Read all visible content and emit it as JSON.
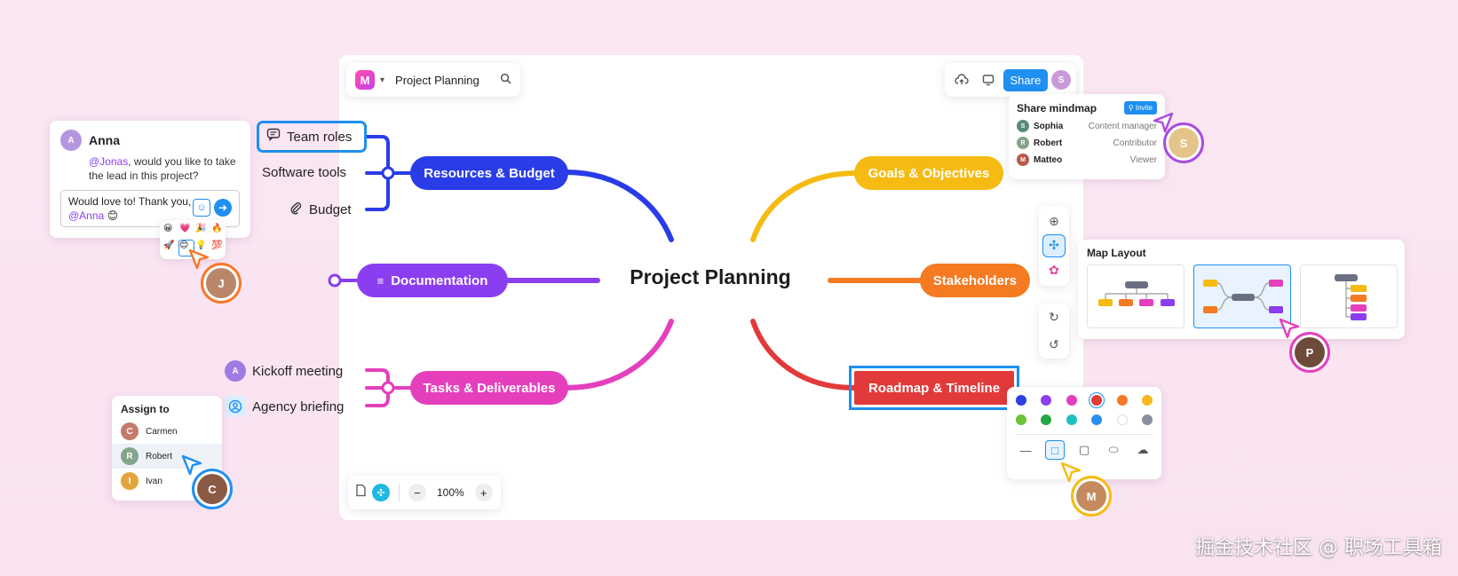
{
  "app": {
    "logo_letter": "M",
    "doc_title": "Project Planning",
    "share_label": "Share"
  },
  "mindmap": {
    "center": "Project Planning",
    "branches": {
      "resources": "Resources & Budget",
      "documentation": "Documentation",
      "tasks": "Tasks & Deliverables",
      "goals": "Goals & Objectives",
      "stakeholders": "Stakeholders",
      "roadmap": "Roadmap & Timeline"
    },
    "leaves": {
      "team_roles": "Team roles",
      "software_tools": "Software tools",
      "budget": "Budget",
      "kickoff": "Kickoff meeting",
      "agency": "Agency briefing"
    },
    "colors": {
      "resources": "#2a3ce8",
      "documentation": "#8b3ef0",
      "tasks": "#e53fbd",
      "goals": "#f5bb12",
      "stakeholders": "#f57a22",
      "roadmap": "#e23a3a"
    }
  },
  "comment": {
    "author": "Anna",
    "mention": "@Jonas",
    "message": ", would you like to take the lead in this project?",
    "reply_text": "Would love to! Thank you, ",
    "reply_mention": "@Anna",
    "reply_emoji": "😊",
    "emojis": [
      "😀",
      "💗",
      "🎉",
      "🔥",
      "🚀",
      "😊",
      "💡",
      "💯"
    ]
  },
  "assign": {
    "title": "Assign to",
    "people": [
      "Carmen",
      "Robert",
      "Ivan"
    ]
  },
  "share_panel": {
    "title": "Share mindmap",
    "invite_label": "Invite",
    "people": [
      {
        "name": "Sophia",
        "role": "Content manager"
      },
      {
        "name": "Robert",
        "role": "Contributor"
      },
      {
        "name": "Matteo",
        "role": "Viewer"
      }
    ]
  },
  "layout_panel": {
    "title": "Map Layout"
  },
  "zoom": {
    "level": "100%",
    "minus": "−",
    "plus": "+"
  },
  "color_picker": {
    "row1": [
      "#2d3fe0",
      "#8a3ff0",
      "#e23fbf",
      "#e33a3a",
      "#f5782a",
      "#f5b820"
    ],
    "row2": [
      "#6cc534",
      "#25a744",
      "#1fc0c0",
      "#2b8ff0",
      "#ffffff",
      "#8a8fa0"
    ],
    "selected_index": 3
  },
  "watermark": "掘金技术社区 @ 职场工具箱"
}
